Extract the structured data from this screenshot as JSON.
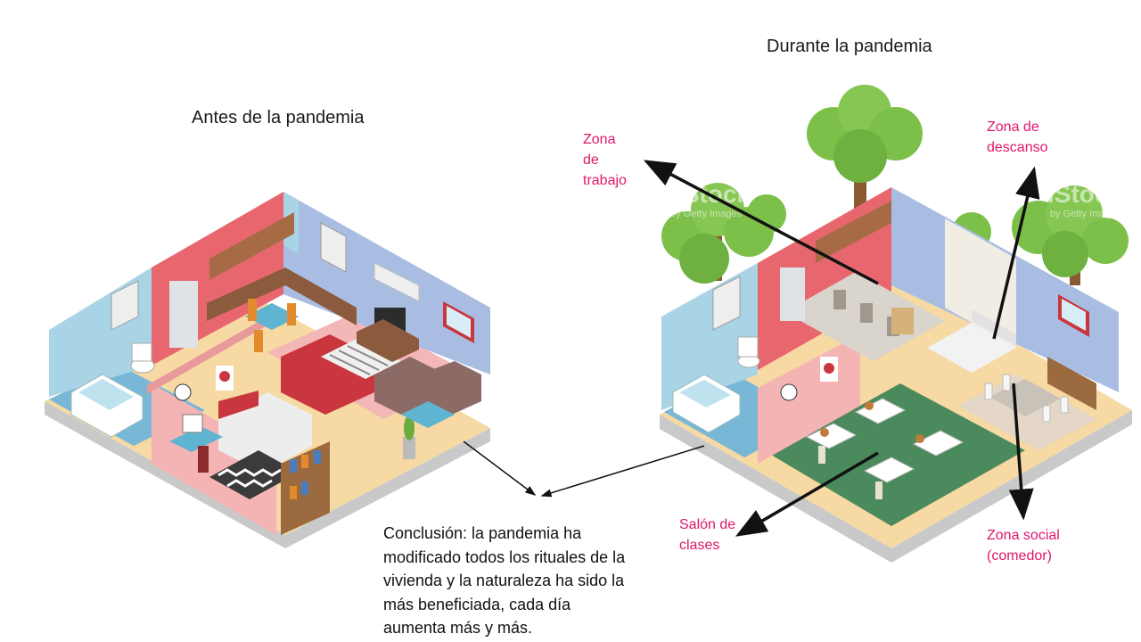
{
  "titles": {
    "before": "Antes de la pandemia",
    "during": "Durante  la pandemia"
  },
  "labels": {
    "work": [
      "Zona",
      "de",
      "trabajo"
    ],
    "rest": [
      "Zona de",
      "descanso"
    ],
    "class": [
      "Salón de",
      "clases"
    ],
    "social": [
      "Zona social",
      "(comedor)"
    ]
  },
  "conclusion": [
    "Conclusión: la pandemia ha",
    "modificado todos los rituales  de la",
    "vivienda  y la naturaleza ha sido la",
    "más beneficiada,  cada día",
    "aumenta más y más."
  ],
  "watermark": [
    "iStock",
    "by Getty Images"
  ],
  "colors": {
    "label": "#e0166b",
    "wall_blue": "#a8d4e6",
    "wall_red": "#e8676f",
    "wall_lavender": "#a9bde3",
    "floor": "#f6d9a3",
    "floor_base": "#d6d6d6",
    "tree": "#7cc04a",
    "classroom": "#4b8a5c"
  }
}
